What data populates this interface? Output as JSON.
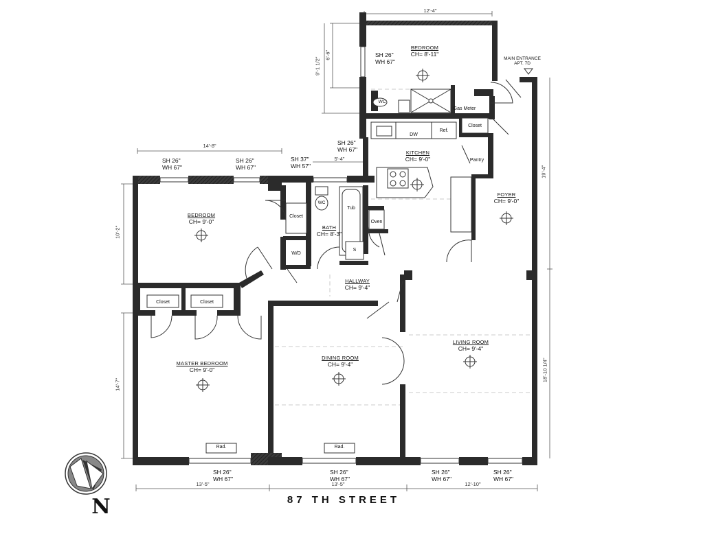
{
  "rooms": {
    "bedroom_top": {
      "name": "BEDROOM",
      "ch": "CH= 8'-11\""
    },
    "bedroom_left": {
      "name": "BEDROOM",
      "ch": "CH= 9'-0\""
    },
    "kitchen": {
      "name": "KITCHEN",
      "ch": "CH= 9'-0\""
    },
    "bath": {
      "name": "BATH",
      "ch": "CH= 8'-3\""
    },
    "foyer": {
      "name": "FOYER",
      "ch": "CH= 9'-0\""
    },
    "hallway": {
      "name": "HALLWAY",
      "ch": "CH= 9'-4\""
    },
    "master_bedroom": {
      "name": "MASTER BEDROOM",
      "ch": "CH= 9'-0\""
    },
    "dining_room": {
      "name": "DINING ROOM",
      "ch": "CH= 9'-4\""
    },
    "living_room": {
      "name": "LIVING ROOM",
      "ch": "CH= 9'-4\""
    }
  },
  "labels": {
    "closet": "Closet",
    "pantry": "Pantry",
    "wd": "W/D",
    "oven": "Oven",
    "tub": "Tub",
    "wc": "WC",
    "ref": "Ref.",
    "dw": "DW",
    "gas_meter": "Gas Meter",
    "rad": "Rad.",
    "s": "S",
    "main_entrance": "MAIN ENTRANCE",
    "apt": "APT. 7D"
  },
  "windows": {
    "sh26": "SH  26\"",
    "sh37": "SH  37\"",
    "wh67": "WH 67\"",
    "wh57": "WH 57\""
  },
  "dimensions": {
    "d_12_4": "12'-4\"",
    "d_6_6": "6'-6\"",
    "d_9_1_half": "9'-1 1/2\"",
    "d_14_8": "14'-8\"",
    "d_5_4": "5'-4\"",
    "d_10_2": "10'-2\"",
    "d_19_4": "19'-4\"",
    "d_14_7": "14'-7\"",
    "d_18_10": "18'-10 1/4\"",
    "d_13_5": "13'-5\"",
    "d_12_10": "12'-10\""
  },
  "street": "87 TH  STREET",
  "north": "N"
}
